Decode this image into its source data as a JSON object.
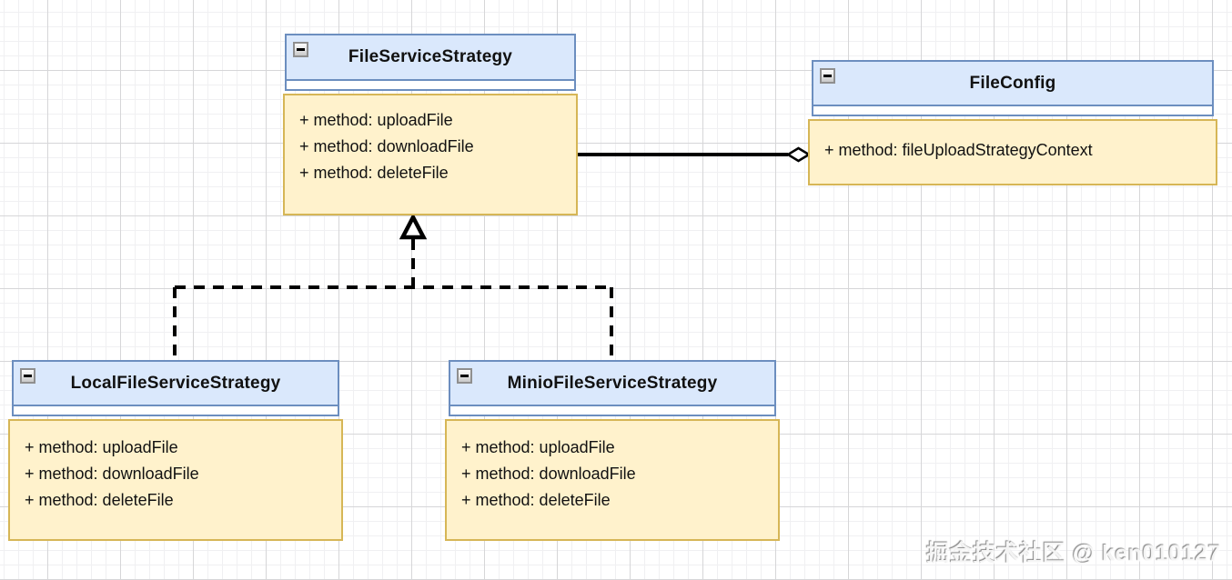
{
  "diagram": {
    "type": "uml-class-diagram",
    "classes": [
      {
        "title": "FileServiceStrategy",
        "methods": [
          "+ method: uploadFile",
          "+ method: downloadFile",
          "+ method: deleteFile"
        ]
      },
      {
        "title": "FileConfig",
        "methods": [
          "+ method: fileUploadStrategyContext"
        ]
      },
      {
        "title": "LocalFileServiceStrategy",
        "methods": [
          "+ method: uploadFile",
          "+ method: downloadFile",
          "+ method: deleteFile"
        ]
      },
      {
        "title": "MinioFileServiceStrategy",
        "methods": [
          "+ method: uploadFile",
          "+ method: downloadFile",
          "+ method: deleteFile"
        ]
      }
    ],
    "relationships": [
      {
        "type": "association-aggregation",
        "from": "FileServiceStrategy",
        "to": "FileConfig",
        "line": "solid",
        "marker": "open-diamond"
      },
      {
        "type": "inheritance",
        "from": "LocalFileServiceStrategy",
        "to": "FileServiceStrategy",
        "line": "dashed",
        "marker": "hollow-triangle"
      },
      {
        "type": "inheritance",
        "from": "MinioFileServiceStrategy",
        "to": "FileServiceStrategy",
        "line": "dashed",
        "marker": "hollow-triangle"
      }
    ],
    "colors": {
      "header_fill": "#dae8fc",
      "header_stroke": "#6c8ebf",
      "body_fill": "#fff2cc",
      "body_stroke": "#d6b656",
      "edge": "#000000"
    },
    "icons": {
      "collapse": "minus-in-square"
    }
  },
  "watermark": {
    "text": "掘金技术社区 @ ken010127"
  }
}
